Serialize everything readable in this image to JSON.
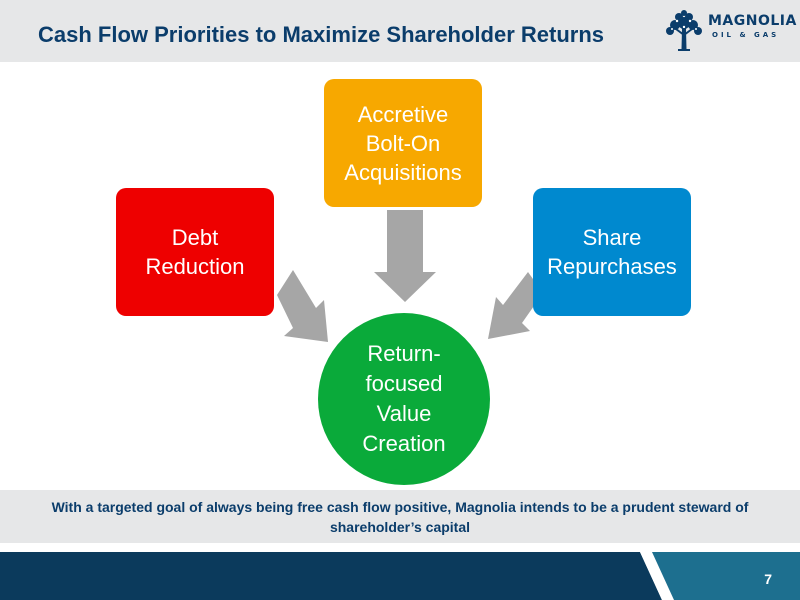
{
  "header": {
    "title": "Cash Flow Priorities to Maximize Shareholder Returns",
    "logo": {
      "name": "MAGNOLIA",
      "sub": "OIL & GAS",
      "icon": "magnolia-tree-icon"
    }
  },
  "diagram": {
    "top_box": {
      "label": "Accretive\nBolt-On\nAcquisitions",
      "color": "#f7a800"
    },
    "left_box": {
      "label": "Debt\nReduction",
      "color": "#ee0000"
    },
    "right_box": {
      "label": "Share\nRepurchases",
      "color": "#0089cf"
    },
    "center": {
      "label": "Return-\nfocused\nValue\nCreation",
      "color": "#0aaa3a"
    },
    "arrow_color": "#a6a6a6"
  },
  "note": {
    "text": "With a targeted goal of always being free cash flow positive, Magnolia intends to be a prudent steward of shareholder’s capital"
  },
  "footer": {
    "page_number": "7",
    "colors": {
      "dark": "#0b3a5c",
      "teal": "#1d6f8f"
    }
  }
}
